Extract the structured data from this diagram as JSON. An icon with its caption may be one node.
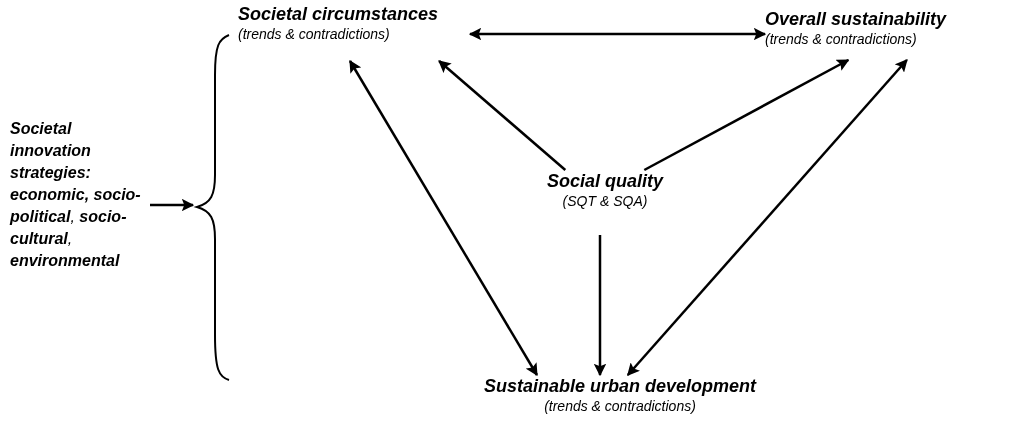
{
  "diagram": {
    "nodes": [
      {
        "text": [
          "**Societal innovation strategies: economic, socio-political**, **socio-cultural**, **environmental**"
        ]
      },
      {
        "text": [],
        "shape": "brace"
      },
      {
        "text": [
          "Societal circumstances",
          "(trends & contradictions)"
        ]
      },
      {
        "text": [
          "Overall sustainability",
          "(trends & contradictions)"
        ]
      },
      {
        "text": [
          "Social quality",
          "(SQT & SQA)"
        ]
      },
      {
        "text": [
          "Sustainable urban development",
          "(trends & contradictions)"
        ]
      }
    ],
    "edges": [
      {
        "from": 0,
        "to": 1,
        "arrow": "to"
      },
      {
        "from": 2,
        "to": 3,
        "arrow": "both"
      },
      {
        "from": 4,
        "to": 2,
        "arrow": "to"
      },
      {
        "from": 4,
        "to": 3,
        "arrow": "to"
      },
      {
        "from": 4,
        "to": 5,
        "arrow": "to"
      },
      {
        "from": 5,
        "to": 2,
        "arrow": "both"
      },
      {
        "from": 5,
        "to": 3,
        "arrow": "both"
      }
    ]
  }
}
